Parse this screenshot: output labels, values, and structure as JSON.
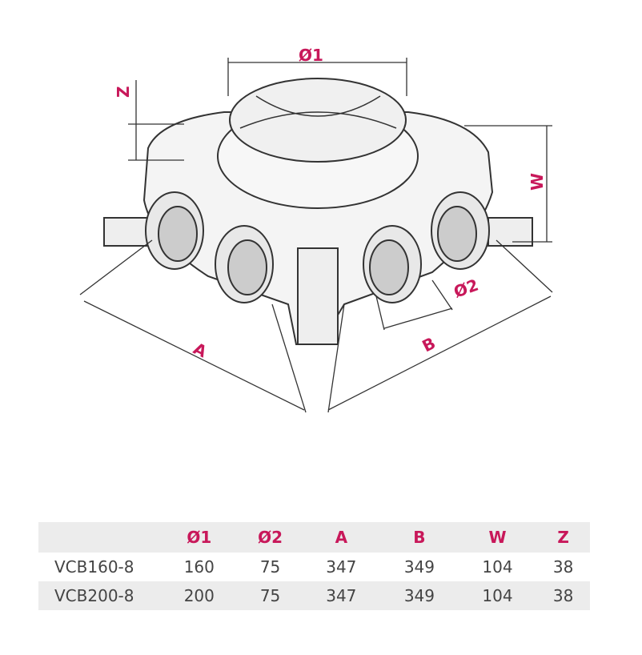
{
  "diagram": {
    "labels": {
      "d1": "Ø1",
      "d2": "Ø2",
      "a": "A",
      "b": "B",
      "w": "W",
      "z": "Z"
    },
    "accent_color": "#c8185a"
  },
  "table": {
    "headers": [
      "",
      "Ø1",
      "Ø2",
      "A",
      "B",
      "W",
      "Z"
    ],
    "rows": [
      [
        "VCB160-8",
        "160",
        "75",
        "347",
        "349",
        "104",
        "38"
      ],
      [
        "VCB200-8",
        "200",
        "75",
        "347",
        "349",
        "104",
        "38"
      ]
    ]
  }
}
